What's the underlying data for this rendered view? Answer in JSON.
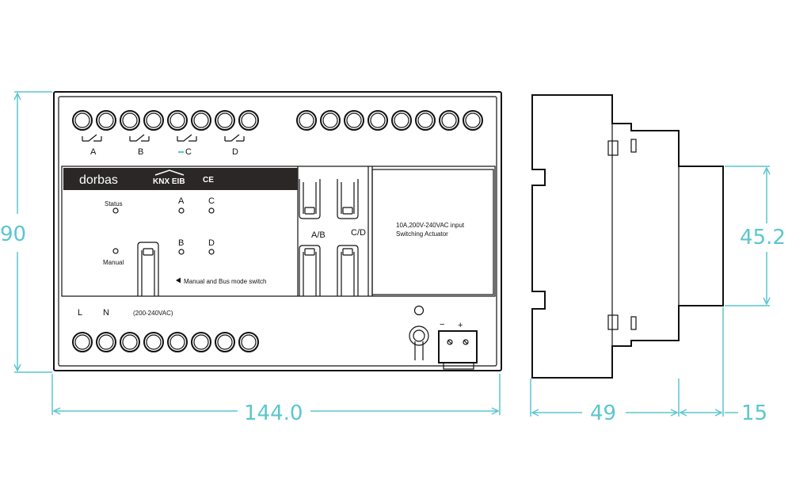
{
  "colors": {
    "dimension": "#5bc6d0",
    "line": "#111111",
    "label_bar": "#2b2726"
  },
  "front": {
    "brand": "dorbas",
    "knx_logo": "KNX EIB",
    "ce_mark": "CE",
    "channels_top": [
      "A",
      "B",
      "C",
      "D"
    ],
    "status_label": "Status",
    "manual_label": "Manual",
    "led_labels": [
      "A",
      "C",
      "B",
      "D"
    ],
    "mode_switch_note": "Manual and Bus mode switch",
    "switch_labels": [
      "A/B",
      "C/D"
    ],
    "rating_line1": "10A,200V-240VAC input",
    "rating_line2": "Switching Actuator",
    "bottom_left_label_L": "L",
    "bottom_left_label_N": "N",
    "voltage_note": "(200-240VAC)",
    "bus_minus": "−",
    "bus_plus": "+"
  },
  "dimensions": {
    "height": "90",
    "width": "144.0",
    "depth": "49",
    "step": "15",
    "front_height": "45.2"
  }
}
